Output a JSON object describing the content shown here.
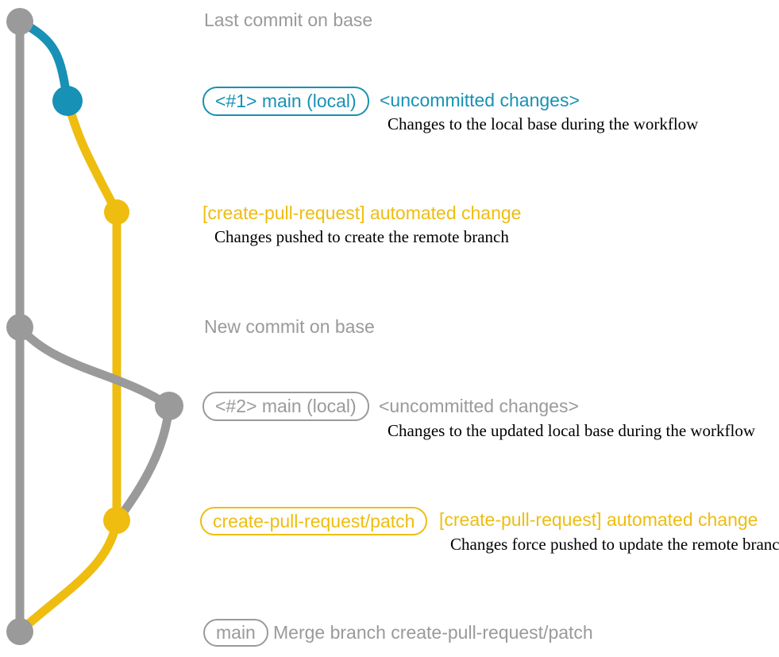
{
  "colors": {
    "gray": "#9a9a9a",
    "teal": "#1791b5",
    "yellow": "#eebd10",
    "desc_text": "#000000"
  },
  "graph": {
    "nodes": [
      {
        "name": "last-commit-on-base",
        "color": "gray"
      },
      {
        "name": "local-commit-1",
        "color": "teal"
      },
      {
        "name": "pushed-commit-1",
        "color": "yellow"
      },
      {
        "name": "new-commit-on-base",
        "color": "gray"
      },
      {
        "name": "local-commit-2",
        "color": "gray"
      },
      {
        "name": "pushed-commit-2",
        "color": "yellow"
      },
      {
        "name": "merge-commit",
        "color": "gray"
      }
    ]
  },
  "annotations": {
    "last_commit": "Last commit on base",
    "row1": {
      "badge": "<#1> main (local)",
      "tag": "<uncommitted changes>",
      "desc": "Changes to the local base during the workflow"
    },
    "row2": {
      "title": "[create-pull-request] automated change",
      "desc": "Changes pushed to create the remote branch"
    },
    "new_commit": "New commit on base",
    "row3": {
      "badge": "<#2> main (local)",
      "tag": "<uncommitted changes>",
      "desc": "Changes to the updated local base during the workflow"
    },
    "row4": {
      "badge": "create-pull-request/patch",
      "title": "[create-pull-request] automated change",
      "desc": "Changes force pushed to update the remote branch"
    },
    "row5": {
      "badge": "main",
      "label": "Merge branch create-pull-request/patch"
    }
  }
}
